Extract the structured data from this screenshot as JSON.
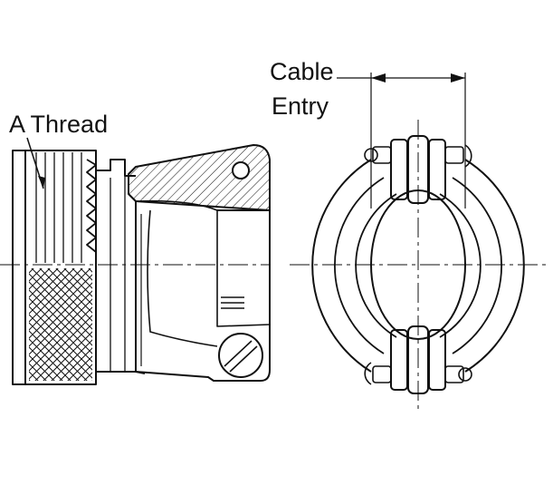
{
  "labels": {
    "thread": "A Thread",
    "cable": "Cable",
    "entry": "Entry"
  },
  "colors": {
    "stroke": "#111111",
    "background": "#ffffff"
  }
}
